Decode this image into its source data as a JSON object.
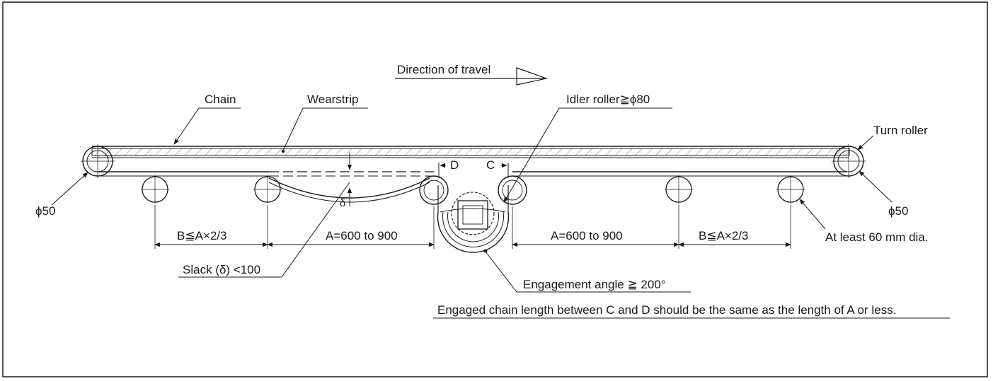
{
  "labels": {
    "direction_of_travel": "Direction of travel",
    "chain": "Chain",
    "wearstrip": "Wearstrip",
    "idler_roller": "Idler roller≧ϕ80",
    "turn_roller": "Turn roller",
    "phi50_left": "ϕ50",
    "phi50_right": "ϕ50",
    "at_least_60": "At least 60 mm dia.",
    "b_left": "B≦A×2/3",
    "a_left": "A=600 to 900",
    "a_right": "A=600 to 900",
    "b_right": "B≦A×2/3",
    "slack": "Slack (δ) <100",
    "engagement_angle": "Engagement angle ≧ 200°",
    "engaged_note": "Engaged chain length between C and D should be the same as the length of A or less.",
    "mark_d": "D",
    "mark_c": "C"
  },
  "colors": {
    "line": "#1a1a1a",
    "background": "#ffffff"
  }
}
